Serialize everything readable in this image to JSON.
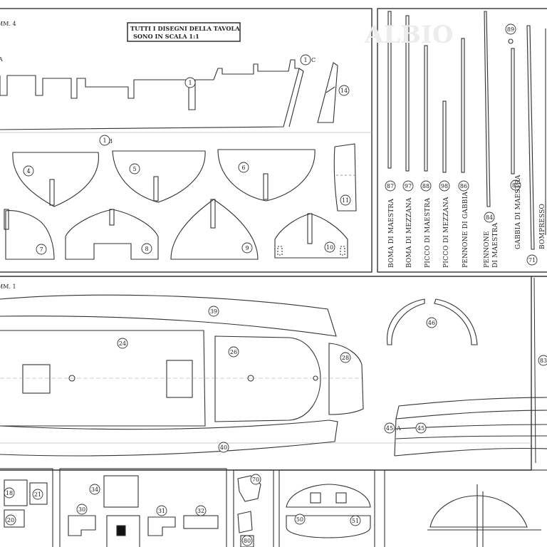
{
  "panels": {
    "top_label": "MM. 4",
    "middle_label": "MM. 1"
  },
  "scale_note": {
    "line1": "TUTTI I DISEGNI DELLA TAVOLA",
    "line2": "SONO IN SCALA 1:1"
  },
  "watermark": "ALBIO",
  "markers": {
    "a": "A",
    "b": "B",
    "c": "C"
  },
  "parts": [
    {
      "id": "1",
      "text": "1"
    },
    {
      "id": "1b",
      "text": "1"
    },
    {
      "id": "1c",
      "text": "1"
    },
    {
      "id": "4",
      "text": "4"
    },
    {
      "id": "5",
      "text": "5"
    },
    {
      "id": "6",
      "text": "6"
    },
    {
      "id": "7",
      "text": "7"
    },
    {
      "id": "8",
      "text": "8"
    },
    {
      "id": "9",
      "text": "9"
    },
    {
      "id": "10",
      "text": "10"
    },
    {
      "id": "11",
      "text": "11"
    },
    {
      "id": "14",
      "text": "14"
    },
    {
      "id": "18",
      "text": "18"
    },
    {
      "id": "20",
      "text": "20"
    },
    {
      "id": "21",
      "text": "21"
    },
    {
      "id": "24",
      "text": "24"
    },
    {
      "id": "26",
      "text": "26"
    },
    {
      "id": "28",
      "text": "28"
    },
    {
      "id": "30",
      "text": "30"
    },
    {
      "id": "31",
      "text": "31"
    },
    {
      "id": "32",
      "text": "32"
    },
    {
      "id": "34",
      "text": "34"
    },
    {
      "id": "39",
      "text": "39"
    },
    {
      "id": "40",
      "text": "40"
    },
    {
      "id": "45a",
      "text": "45"
    },
    {
      "id": "45b",
      "text": "45"
    },
    {
      "id": "46",
      "text": "46"
    },
    {
      "id": "50",
      "text": "50"
    },
    {
      "id": "51",
      "text": "51"
    },
    {
      "id": "70",
      "text": "70"
    },
    {
      "id": "80",
      "text": "80"
    },
    {
      "id": "83",
      "text": "83"
    },
    {
      "id": "89",
      "text": "89"
    }
  ],
  "rods": [
    {
      "num": "87",
      "label": "BOMA DI MAESTRA"
    },
    {
      "num": "97",
      "label": "BOMA DI MEZZANA"
    },
    {
      "num": "88",
      "label": "PICCO DI MAESTRA"
    },
    {
      "num": "98",
      "label": "PICCO DI MEZZANA"
    },
    {
      "num": "86",
      "label": "PENNONE DI GABBIA"
    },
    {
      "num": "84",
      "label": "PENNONE",
      "label2": "DI MAESTRA"
    },
    {
      "num": "85",
      "label": "GABBIA DI MAESTRA"
    },
    {
      "num": "71",
      "label": "BOMPRESSO"
    }
  ]
}
